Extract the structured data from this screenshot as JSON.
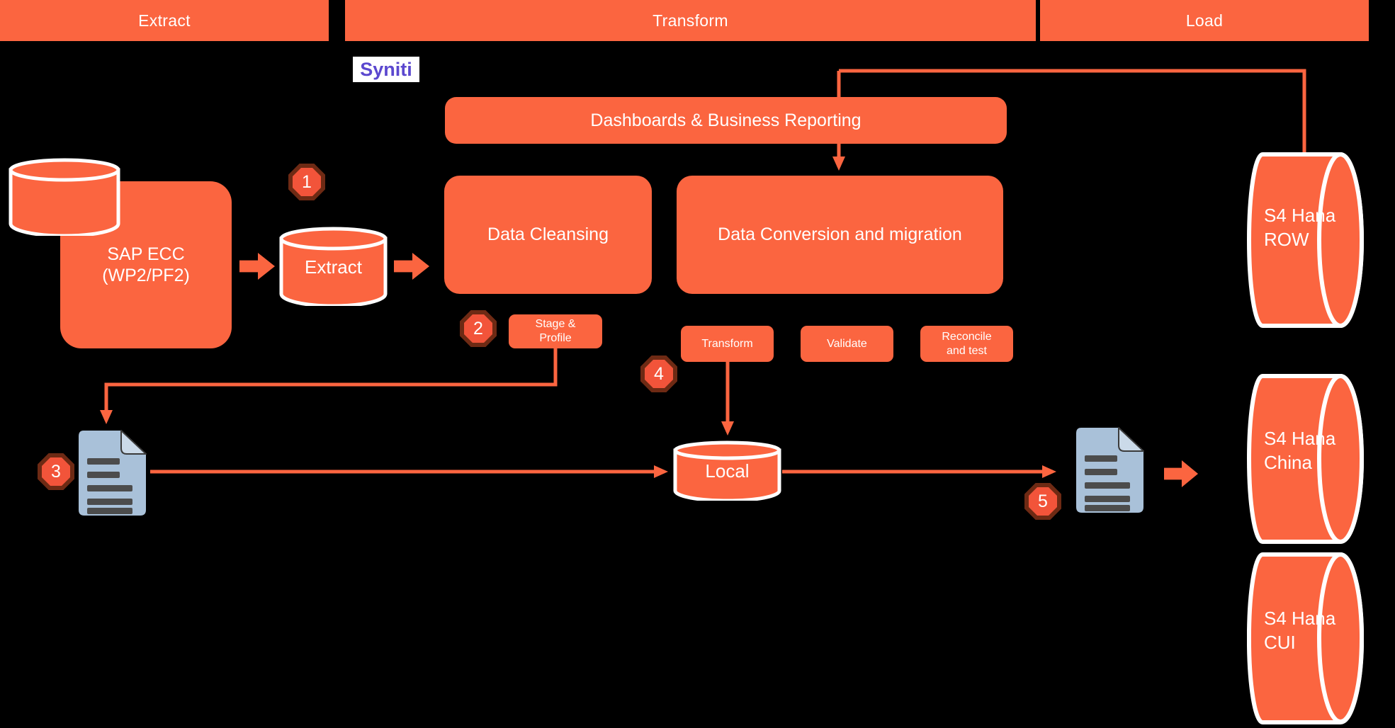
{
  "colors": {
    "background": "#000000",
    "orange": "#FB6540",
    "badge_fill": "#F2543A",
    "badge_border": "#6E2A14",
    "doc_body": "#A9C1D9",
    "doc_fold": "#CBDAE9",
    "doc_line": "#4C4C4C",
    "logo_purple": "#5B48CF",
    "text": "#FFFFFF"
  },
  "header": {
    "extract": "Extract",
    "transform": "Transform",
    "load": "Load"
  },
  "logo": {
    "text": "Syniti"
  },
  "reporting": {
    "label": "Dashboards & Business Reporting"
  },
  "source": {
    "line1": "SAP ECC",
    "line2": "(WP2/PF2)"
  },
  "extract_db": {
    "label": "Extract"
  },
  "cleansing": {
    "label": "Data Cleansing"
  },
  "conversion": {
    "label": "Data Conversion and migration"
  },
  "steps": {
    "stage_line1": "Stage &",
    "stage_line2": "Profile",
    "transform": "Transform",
    "validate": "Validate",
    "reconcile_line1": "Reconcile",
    "reconcile_line2": "and test"
  },
  "local_db": {
    "label": "Local"
  },
  "targets": {
    "row_line1": "S4 Hana",
    "row_line2": "ROW",
    "china_line1": "S4 Hana",
    "china_line2": "China",
    "cui_line1": "S4 Hana",
    "cui_line2": "CUI"
  },
  "badges": {
    "b1": "1",
    "b2": "2",
    "b3": "3",
    "b4": "4",
    "b5": "5"
  }
}
